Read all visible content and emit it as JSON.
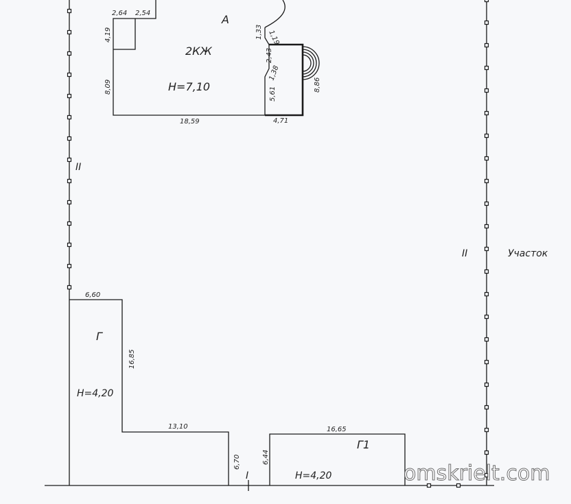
{
  "plan": {
    "house": {
      "letter": "А",
      "code": "2КЖ",
      "height_label": "H=7,10",
      "dims": {
        "top_a": "2,64",
        "top_b": "2,54",
        "left_small": "4,19",
        "left_big": "8,09",
        "bottom": "18,59",
        "notch_a": "1,33",
        "notch_b": "1,19",
        "mid": "2,43",
        "notch_c": "1,38",
        "right_inner": "5,61",
        "porch_bottom": "4,71",
        "porch_right": "8,86"
      }
    },
    "shed_g": {
      "letter": "Г",
      "height_label": "H=4,20",
      "dims": {
        "top": "6,60",
        "side": "16,85",
        "bottom": "13,10",
        "end": "6,70"
      }
    },
    "shed_g1": {
      "letter": "Г1",
      "height_label": "H=4,20",
      "dims": {
        "top": "16,65",
        "side": "6,44"
      }
    },
    "fence_left_label": "II",
    "fence_right_label": "II",
    "gate_label": "I",
    "plot_label": "Участок"
  },
  "watermark": "omskrielt.com",
  "colors": {
    "line": "#1a1a1a",
    "paper": "#f7f8fa"
  }
}
